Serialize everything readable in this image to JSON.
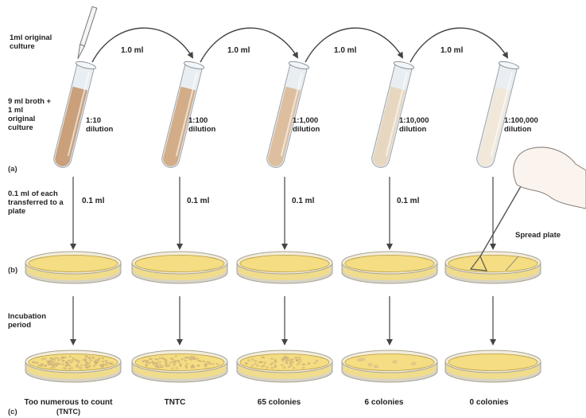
{
  "labels": {
    "original_culture": "1ml original culture",
    "broth": "9 ml broth + 1 ml original culture",
    "transferred": "0.1 ml of each transferred to a plate",
    "incubation": "Incubation period",
    "spread_plate": "Spread plate",
    "part_a": "(a)",
    "part_b": "(b)",
    "part_c": "(c)"
  },
  "transfers": [
    "1.0 ml",
    "1.0 ml",
    "1.0 ml",
    "1.0 ml"
  ],
  "plating_volume": "0.1 ml",
  "tubes": [
    {
      "dilution": "1:10",
      "word": "dilution",
      "fill": "#c9a07a",
      "plating_label": "0.1 ml",
      "result": "Too numerous to count",
      "result_sub": "(TNTC)",
      "colonies": 120
    },
    {
      "dilution": "1:100",
      "word": "dilution",
      "fill": "#d2ad88",
      "plating_label": "0.1 ml",
      "result": "TNTC",
      "result_sub": "",
      "colonies": 90
    },
    {
      "dilution": "1:1,000",
      "word": "dilution",
      "fill": "#ddbf9f",
      "plating_label": "0.1 ml",
      "result": "65 colonies",
      "result_sub": "",
      "colonies": 65
    },
    {
      "dilution": "1:10,000",
      "word": "dilution",
      "fill": "#e8d7c0",
      "plating_label": "0.1 ml",
      "result": "6 colonies",
      "result_sub": "",
      "colonies": 6
    },
    {
      "dilution": "1:100,000",
      "word": "dilution",
      "fill": "#f1e8da",
      "plating_label": "",
      "result": "0 colonies",
      "result_sub": "",
      "colonies": 0
    }
  ],
  "colors": {
    "agar": "#f4dd82",
    "agar_edge": "#b89a3c",
    "dish_rim": "#d7d3c6",
    "colony": "#e8cf9c",
    "arrow": "#444444",
    "glass": "#e9eef2"
  }
}
